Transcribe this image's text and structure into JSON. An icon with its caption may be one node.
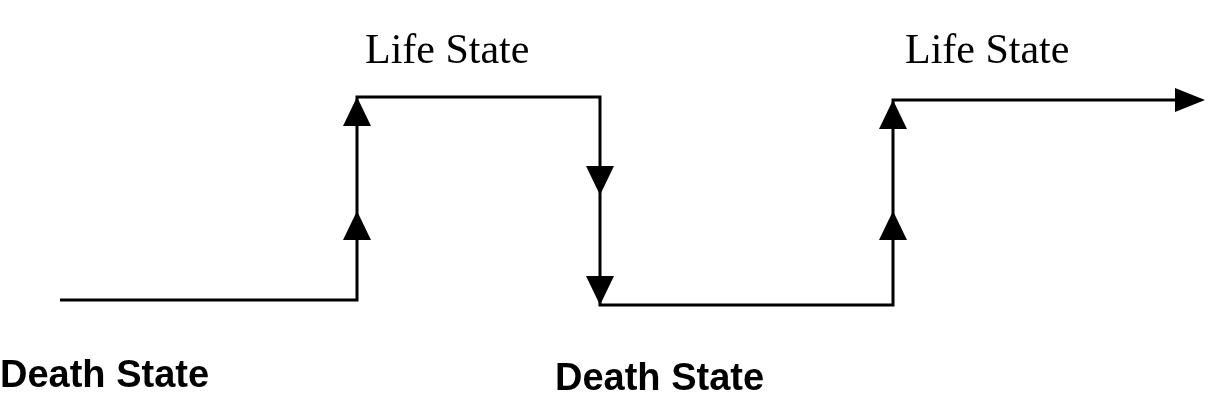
{
  "diagram": {
    "labels": [
      "Life State",
      "Life State",
      "Death State",
      "Death State"
    ]
  }
}
